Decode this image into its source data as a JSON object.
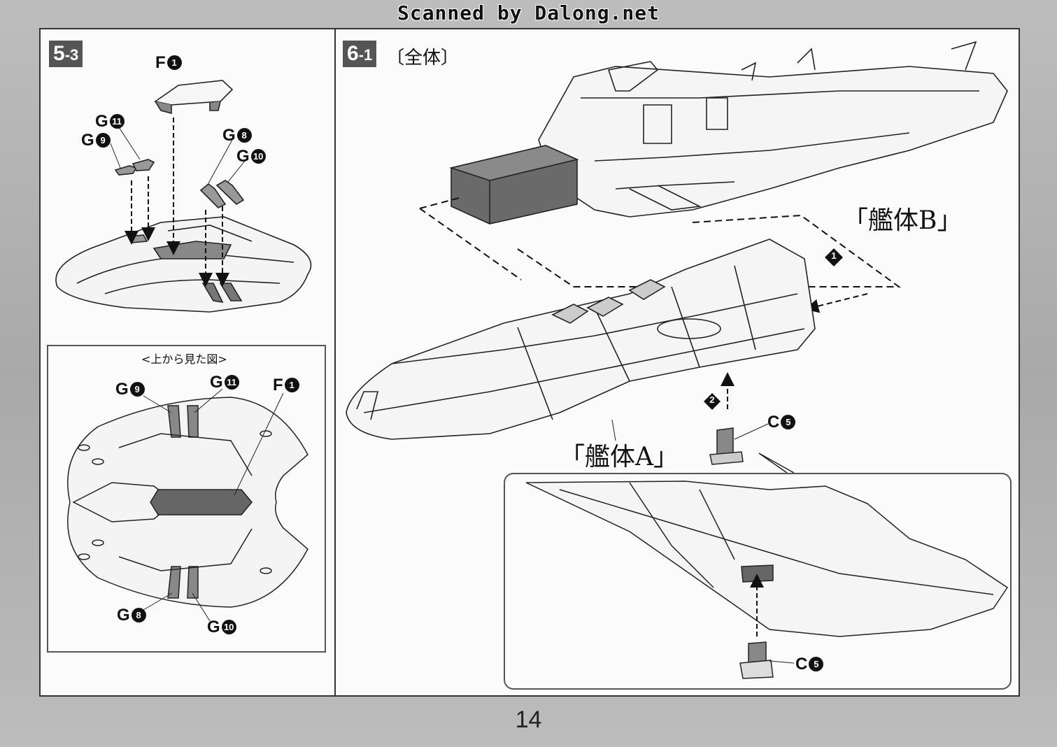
{
  "header": {
    "scanned_by": "Scanned by Dalong.net"
  },
  "left_panel": {
    "step": {
      "major": "5",
      "minor": "-3"
    },
    "parts": {
      "f1": "F",
      "g11": "G",
      "g9": "G",
      "g8": "G",
      "g10": "G"
    },
    "part_numbers": {
      "f1": "1",
      "g11": "11",
      "g9": "9",
      "g8": "8",
      "g10": "10"
    },
    "top_view": {
      "title": "<上から見た図>",
      "parts": {
        "g9": "G",
        "g11": "G",
        "f1": "F",
        "g8": "G",
        "g10": "G"
      },
      "part_numbers": {
        "g9": "9",
        "g11": "11",
        "f1": "1",
        "g8": "8",
        "g10": "10"
      }
    }
  },
  "right_panel": {
    "step": {
      "major": "6",
      "minor": "-1"
    },
    "heading": "〔全体〕",
    "hull_b": "「艦体B」",
    "hull_a": "「艦体A」",
    "callout_1": "1",
    "callout_2": "2",
    "part_c5_top": {
      "letter": "C",
      "number": "5"
    },
    "part_c5_bottom": {
      "letter": "C",
      "number": "5"
    }
  },
  "footer": {
    "page_number": "14"
  },
  "colors": {
    "paper": "#fbfbfb",
    "ink": "#111111",
    "badge": "#555555",
    "part_fill": "#777777"
  }
}
